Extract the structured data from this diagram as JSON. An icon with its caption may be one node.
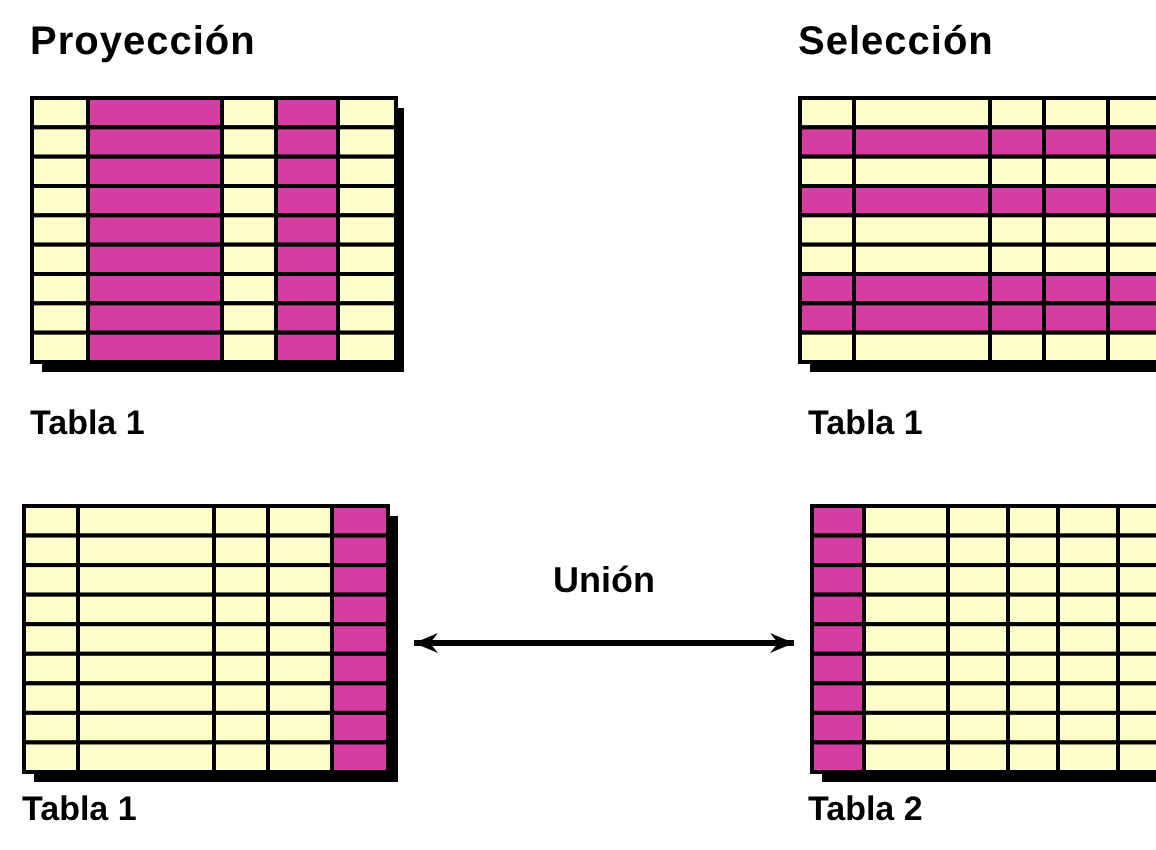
{
  "diagram": {
    "nodes": [
      {
        "text": [],
        "shape": "box",
        "beside": [
          "Tabla 1"
        ]
      },
      {
        "text": [],
        "shape": "box",
        "beside": [
          "Tabla 1"
        ]
      },
      {
        "text": [],
        "shape": "box",
        "beside": [
          "Tabla 1"
        ]
      },
      {
        "text": [],
        "shape": "box",
        "beside": [
          "Tabla 2"
        ]
      }
    ],
    "edges": [
      {
        "from": 2,
        "to": 3,
        "arrow": "both",
        "label": "Unión"
      }
    ],
    "labels": [
      "Proyección",
      "Selección"
    ]
  }
}
